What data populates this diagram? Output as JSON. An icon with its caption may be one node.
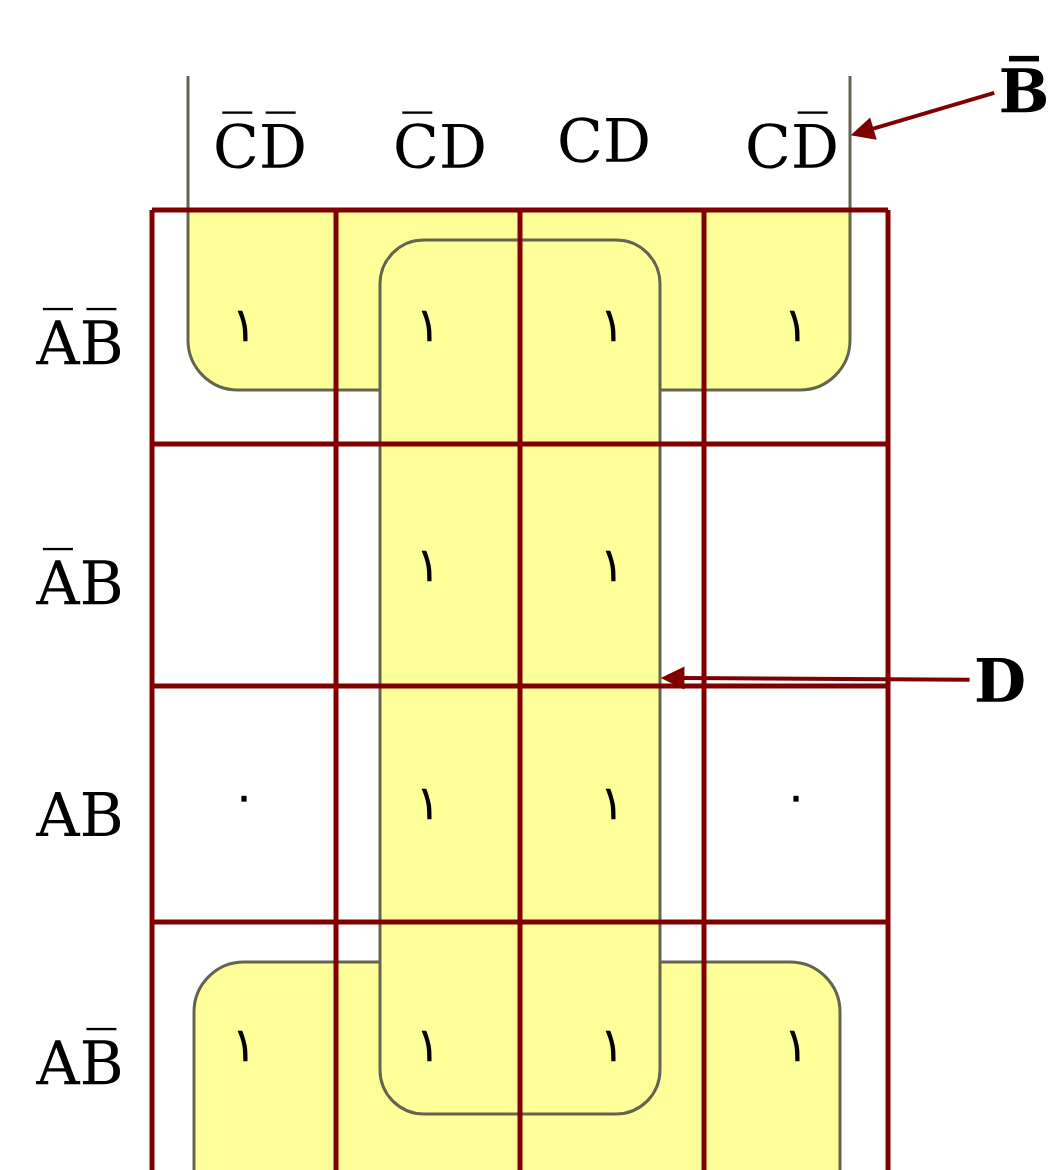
{
  "diagram": {
    "nodes": [
      {
        "text": [
          "B̅"
        ]
      },
      {
        "text": [],
        "shape": "box"
      },
      {
        "text": [],
        "shape": "box"
      },
      {
        "text": [
          "D"
        ]
      },
      {
        "text": [],
        "shape": "box"
      }
    ],
    "edges": [
      {
        "from": 0,
        "to": 1,
        "arrow": "to"
      },
      {
        "from": 3,
        "to": 2,
        "arrow": "to"
      }
    ],
    "labels": [
      "C̅D̅",
      "C̅D",
      "CD",
      "CD̅",
      "A̅B̅",
      "١",
      "١",
      "١",
      "١",
      "A̅B",
      "١",
      "١",
      "AB",
      "٠",
      "١",
      "١",
      "٠",
      "AB̅",
      "١",
      "١",
      "١",
      "١"
    ]
  }
}
